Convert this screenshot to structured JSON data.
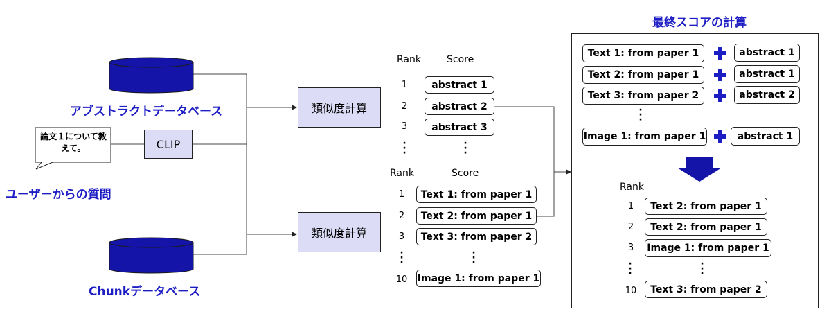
{
  "databases": {
    "abstract_label": "アブストラクトデータベース",
    "chunk_label": "Chunkデータベース"
  },
  "user": {
    "question_bubble": "論文１について教えて。",
    "question_label": "ユーザーからの質問"
  },
  "clip_label": "CLIP",
  "calc_label": "類似度計算",
  "abstract_ranking": {
    "rank_header": "Rank",
    "score_header": "Score",
    "rows": [
      {
        "rank": "1",
        "label": "abstract 1"
      },
      {
        "rank": "2",
        "label": "abstract  2"
      },
      {
        "rank": "3",
        "label": "abstract  3"
      }
    ]
  },
  "chunk_ranking": {
    "rank_header": "Rank",
    "score_header": "Score",
    "rows": [
      {
        "rank": "1",
        "label": "Text 1: from paper 1"
      },
      {
        "rank": "2",
        "label": "Text 2: from paper 1"
      },
      {
        "rank": "3",
        "label": "Text 3: from paper 2"
      },
      {
        "rank": "10",
        "label": "Image 1: from paper 1"
      }
    ]
  },
  "final": {
    "title": "最終スコアの計算",
    "pairs": [
      {
        "chunk": "Text 1: from paper 1",
        "abstract": "abstract 1"
      },
      {
        "chunk": "Text 2: from paper 1",
        "abstract": "abstract 1"
      },
      {
        "chunk": "Text 3: from paper 2",
        "abstract": "abstract 2"
      },
      {
        "chunk": "Image 1: from paper 1",
        "abstract": "abstract 1"
      }
    ],
    "rank_header": "Rank",
    "rows": [
      {
        "rank": "1",
        "label": "Text 2: from paper 1"
      },
      {
        "rank": "2",
        "label": "Text 2: from paper 1"
      },
      {
        "rank": "3",
        "label": "Image 1: from paper 1"
      },
      {
        "rank": "10",
        "label": "Text 3: from paper 2"
      }
    ]
  },
  "colors": {
    "database": "#1414a8",
    "accent_text": "#1d1dc4",
    "calc_fill": "#dcdcf6"
  }
}
